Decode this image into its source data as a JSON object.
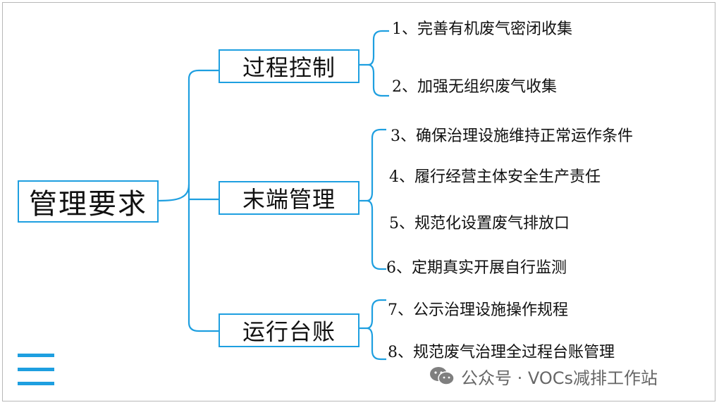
{
  "root": {
    "label": "管理要求"
  },
  "branches": [
    {
      "label": "过程控制",
      "items": [
        "1、完善有机废气密闭收集",
        "2、加强无组织废气收集"
      ]
    },
    {
      "label": "末端管理",
      "items": [
        "3、确保治理设施维持正常运作条件",
        "4、履行经营主体安全生产责任",
        "5、规范化设置废气排放口",
        "6、定期真实开展自行监测"
      ]
    },
    {
      "label": "运行台账",
      "items": [
        "7、公示治理设施操作规程",
        "8、规范废气治理全过程台账管理"
      ]
    }
  ],
  "watermark": {
    "text": "公众号 · VOCs减排工作站",
    "icon": "wechat-icon"
  },
  "colors": {
    "accent": "#1e9fe0",
    "text": "#111111"
  }
}
